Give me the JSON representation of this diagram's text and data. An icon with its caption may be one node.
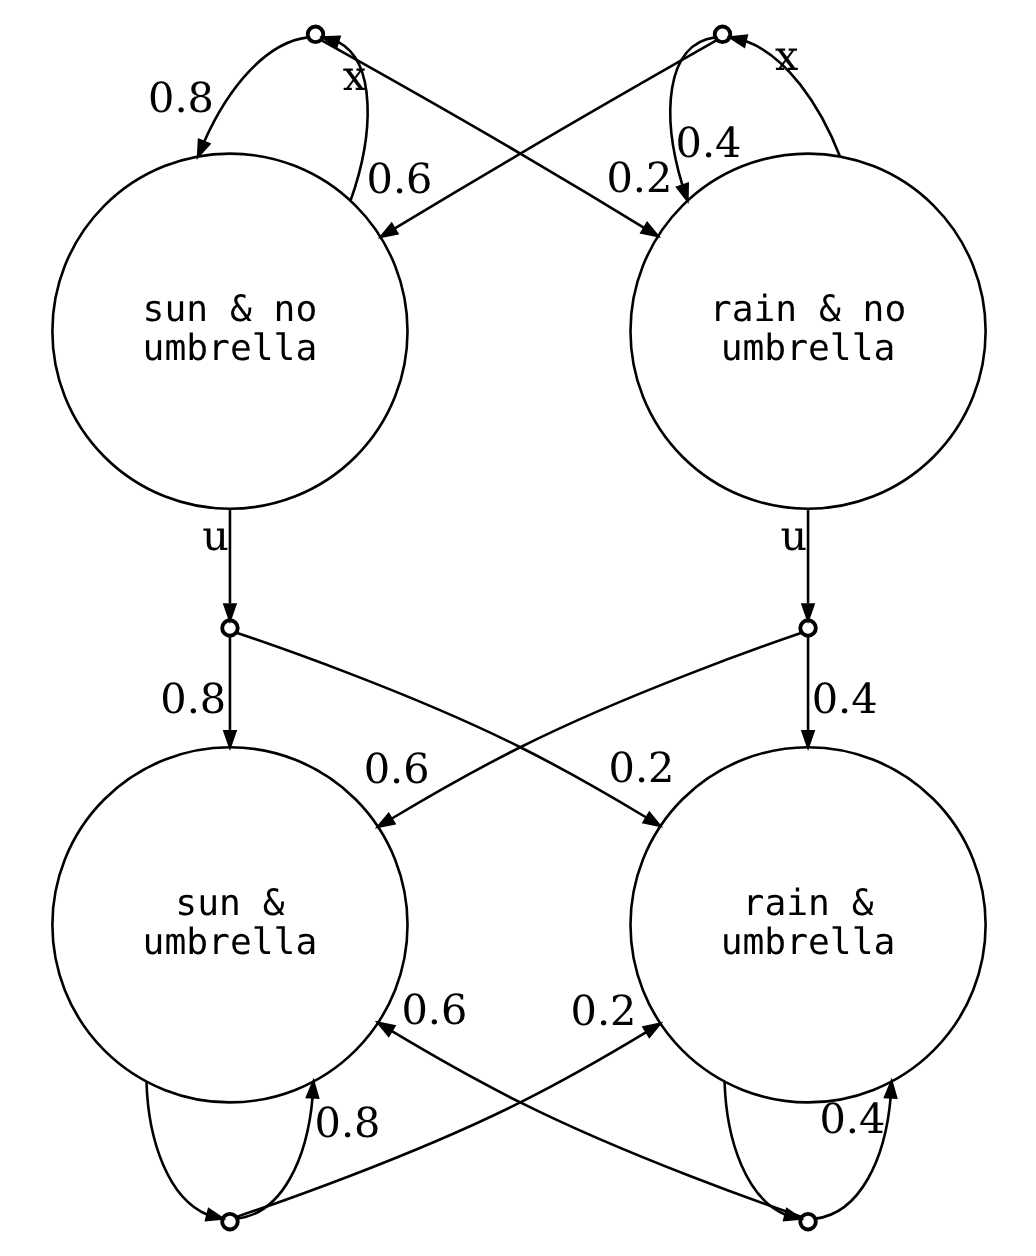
{
  "diagram": {
    "nodes": [
      {
        "text": [],
        "shape": "circle"
      },
      {
        "text": [],
        "shape": "circle"
      },
      {
        "text": [
          "sun & no umbrella"
        ]
      },
      {
        "text": [
          "rain & no umbrella"
        ]
      },
      {
        "text": [],
        "shape": "circle"
      },
      {
        "text": [],
        "shape": "circle"
      },
      {
        "text": [
          "sun & umbrella"
        ]
      },
      {
        "text": [
          "rain & umbrella"
        ]
      },
      {
        "text": [],
        "shape": "circle"
      },
      {
        "text": [],
        "shape": "circle"
      }
    ],
    "edges": [
      {
        "from": 2,
        "to": 0,
        "label": "x",
        "arrow": "to"
      },
      {
        "from": 0,
        "to": 2,
        "label": "0.8",
        "arrow": "to"
      },
      {
        "from": 0,
        "to": 3,
        "label": "0.2",
        "arrow": "to"
      },
      {
        "from": 3,
        "to": 1,
        "label": "x",
        "arrow": "to"
      },
      {
        "from": 1,
        "to": 2,
        "label": "0.6",
        "arrow": "to"
      },
      {
        "from": 1,
        "to": 3,
        "label": "0.4",
        "arrow": "to"
      },
      {
        "from": 2,
        "to": 4,
        "label": "u",
        "arrow": "to"
      },
      {
        "from": 3,
        "to": 5,
        "label": "u",
        "arrow": "to"
      },
      {
        "from": 4,
        "to": 6,
        "label": "0.8",
        "arrow": "to"
      },
      {
        "from": 4,
        "to": 7,
        "label": "0.2",
        "arrow": "to"
      },
      {
        "from": 5,
        "to": 6,
        "label": "0.6",
        "arrow": "to"
      },
      {
        "from": 5,
        "to": 7,
        "label": "0.4",
        "arrow": "to"
      },
      {
        "from": 6,
        "to": 8,
        "arrow": "to"
      },
      {
        "from": 8,
        "to": 6,
        "label": "0.8",
        "arrow": "to"
      },
      {
        "from": 8,
        "to": 7,
        "label": "0.2",
        "arrow": "to"
      },
      {
        "from": 7,
        "to": 9,
        "arrow": "to"
      },
      {
        "from": 9,
        "to": 6,
        "label": "0.6",
        "arrow": "to"
      },
      {
        "from": 9,
        "to": 7,
        "label": "0.4",
        "arrow": "to"
      }
    ]
  }
}
